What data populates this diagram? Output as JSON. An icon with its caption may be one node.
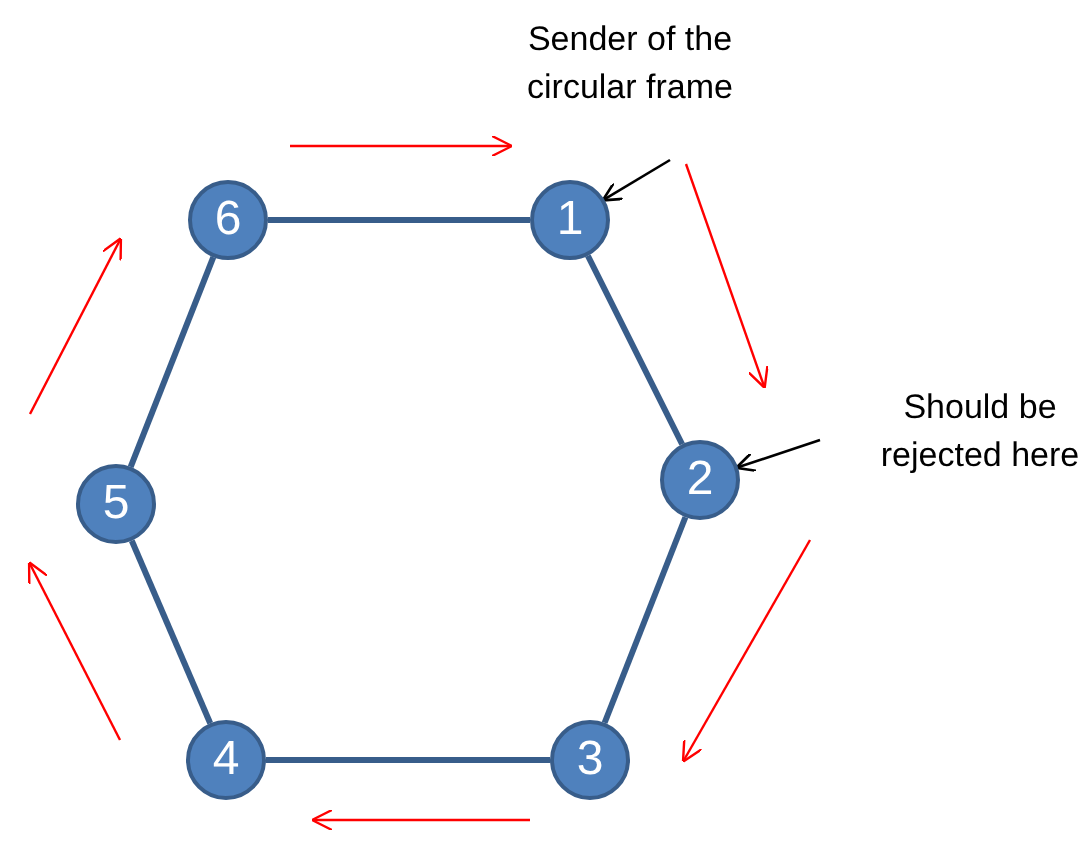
{
  "diagram": {
    "nodes": [
      {
        "text": [
          "1"
        ]
      },
      {
        "text": [
          "2"
        ]
      },
      {
        "text": [
          "3"
        ]
      },
      {
        "text": [
          "4"
        ]
      },
      {
        "text": [
          "5"
        ]
      },
      {
        "text": [
          "6"
        ]
      },
      {
        "text": [
          "Sender of the circular frame"
        ]
      },
      {
        "text": [
          "Should be rejected here"
        ]
      }
    ],
    "edges": [
      {
        "from": 0,
        "to": 1,
        "arrow": "none"
      },
      {
        "from": 1,
        "to": 2,
        "arrow": "none"
      },
      {
        "from": 2,
        "to": 3,
        "arrow": "none"
      },
      {
        "from": 3,
        "to": 4,
        "arrow": "none"
      },
      {
        "from": 4,
        "to": 5,
        "arrow": "none"
      },
      {
        "from": 5,
        "to": 0,
        "arrow": "none"
      },
      {
        "from": 6,
        "to": 0,
        "arrow": "to",
        "color": "#000000"
      },
      {
        "from": 7,
        "to": 1,
        "arrow": "to",
        "color": "#000000"
      }
    ]
  }
}
